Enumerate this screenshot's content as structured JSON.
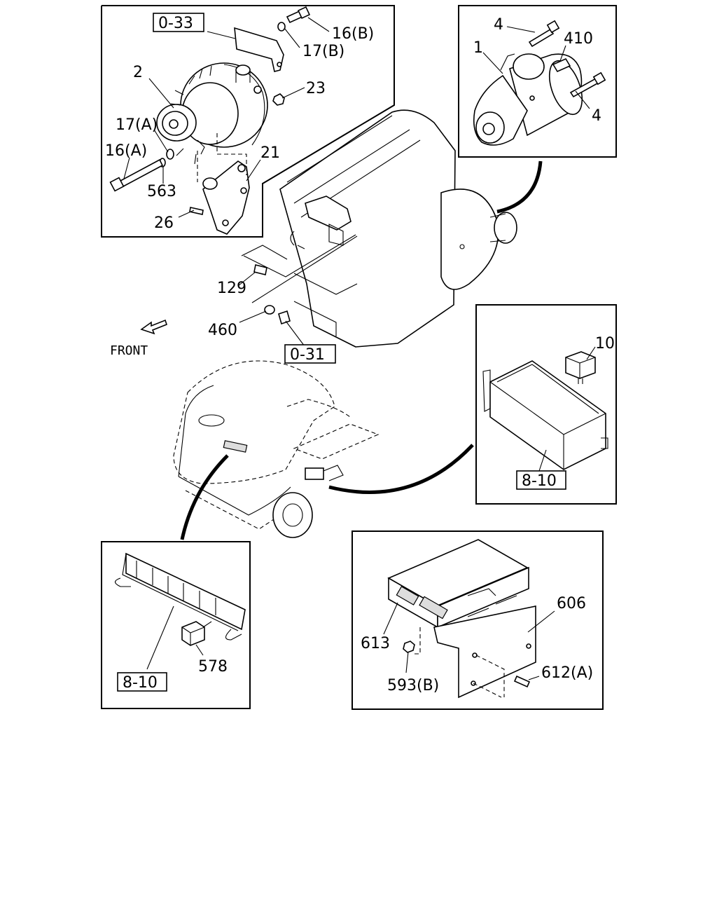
{
  "callouts": {
    "c2": "2",
    "c16a": "16(A)",
    "c16b": "16(B)",
    "c17a": "17(A)",
    "c17b": "17(B)",
    "c21": "21",
    "c23": "23",
    "c26": "26",
    "c563": "563",
    "c1": "1",
    "c4_top": "4",
    "c4_bottom": "4",
    "c410": "410",
    "c10": "10",
    "c129": "129",
    "c460": "460",
    "c578": "578",
    "c606": "606",
    "c613": "613",
    "c593b": "593(B)",
    "c612a": "612(A)"
  },
  "references": {
    "r033": "0-33",
    "r031": "0-31",
    "r810_relay": "8-10",
    "r810_fuse": "8-10"
  },
  "direction": {
    "front_label": "FRONT"
  }
}
